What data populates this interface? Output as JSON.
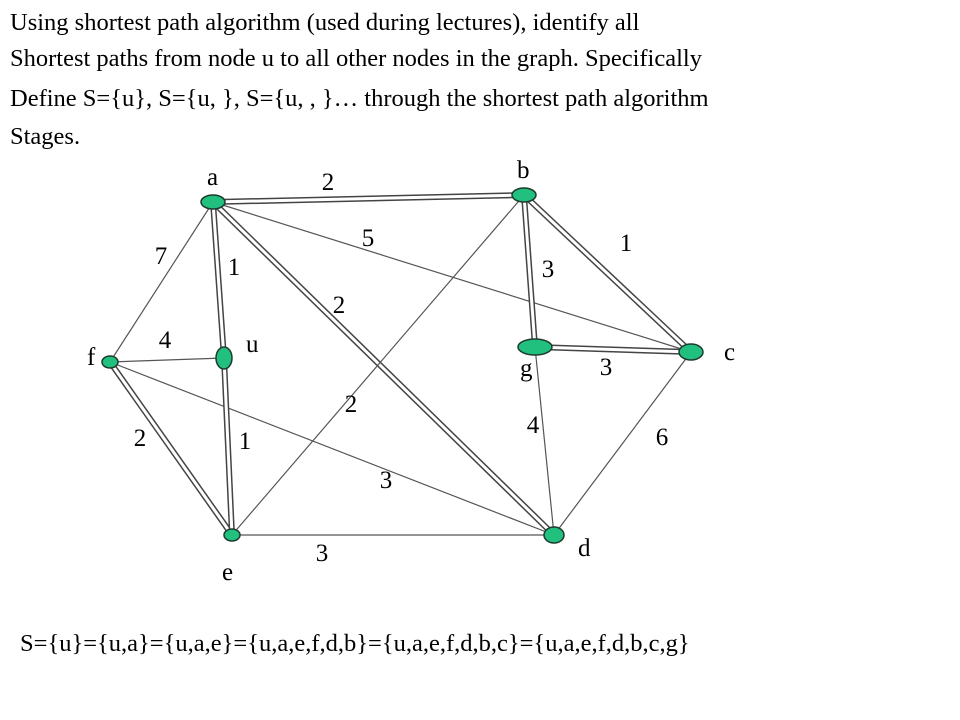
{
  "question": {
    "line1": "Using shortest path algorithm (used during lectures), identify all",
    "line2": "Shortest paths from  node u to all other nodes in the graph. Specifically",
    "line3": "Define S={u}, S={u,  }, S={u,  ,  }… through the shortest path algorithm",
    "line4": "Stages."
  },
  "graph": {
    "node_color": "#21c07f",
    "nodes": [
      {
        "id": "a",
        "label": "a"
      },
      {
        "id": "b",
        "label": "b"
      },
      {
        "id": "c",
        "label": "c"
      },
      {
        "id": "d",
        "label": "d"
      },
      {
        "id": "e",
        "label": "e"
      },
      {
        "id": "f",
        "label": "f"
      },
      {
        "id": "g",
        "label": "g"
      },
      {
        "id": "u",
        "label": "u"
      }
    ],
    "edges": [
      {
        "from": "a",
        "to": "b",
        "weight": "2",
        "highlighted": true
      },
      {
        "from": "a",
        "to": "c",
        "weight": "5",
        "highlighted": false
      },
      {
        "from": "a",
        "to": "f",
        "weight": "7",
        "highlighted": false
      },
      {
        "from": "a",
        "to": "u",
        "weight": "1",
        "highlighted": true
      },
      {
        "from": "a",
        "to": "d",
        "weight": "2",
        "highlighted": true
      },
      {
        "from": "b",
        "to": "c",
        "weight": "1",
        "highlighted": true
      },
      {
        "from": "b",
        "to": "g",
        "weight": "3",
        "highlighted": true
      },
      {
        "from": "b",
        "to": "e",
        "weight": "2",
        "highlighted": false
      },
      {
        "from": "f",
        "to": "u",
        "weight": "4",
        "highlighted": false
      },
      {
        "from": "f",
        "to": "e",
        "weight": "2",
        "highlighted": true
      },
      {
        "from": "f",
        "to": "d",
        "weight": "3",
        "highlighted": false
      },
      {
        "from": "u",
        "to": "e",
        "weight": "1",
        "highlighted": true
      },
      {
        "from": "g",
        "to": "c",
        "weight": "3",
        "highlighted": true
      },
      {
        "from": "g",
        "to": "d",
        "weight": "4",
        "highlighted": false
      },
      {
        "from": "c",
        "to": "d",
        "weight": "6",
        "highlighted": false
      },
      {
        "from": "e",
        "to": "d",
        "weight": "3",
        "highlighted": false
      }
    ]
  },
  "answer": "S={u}={u,a}={u,a,e}={u,a,e,f,d,b}={u,a,e,f,d,b,c}={u,a,e,f,d,b,c,g}"
}
